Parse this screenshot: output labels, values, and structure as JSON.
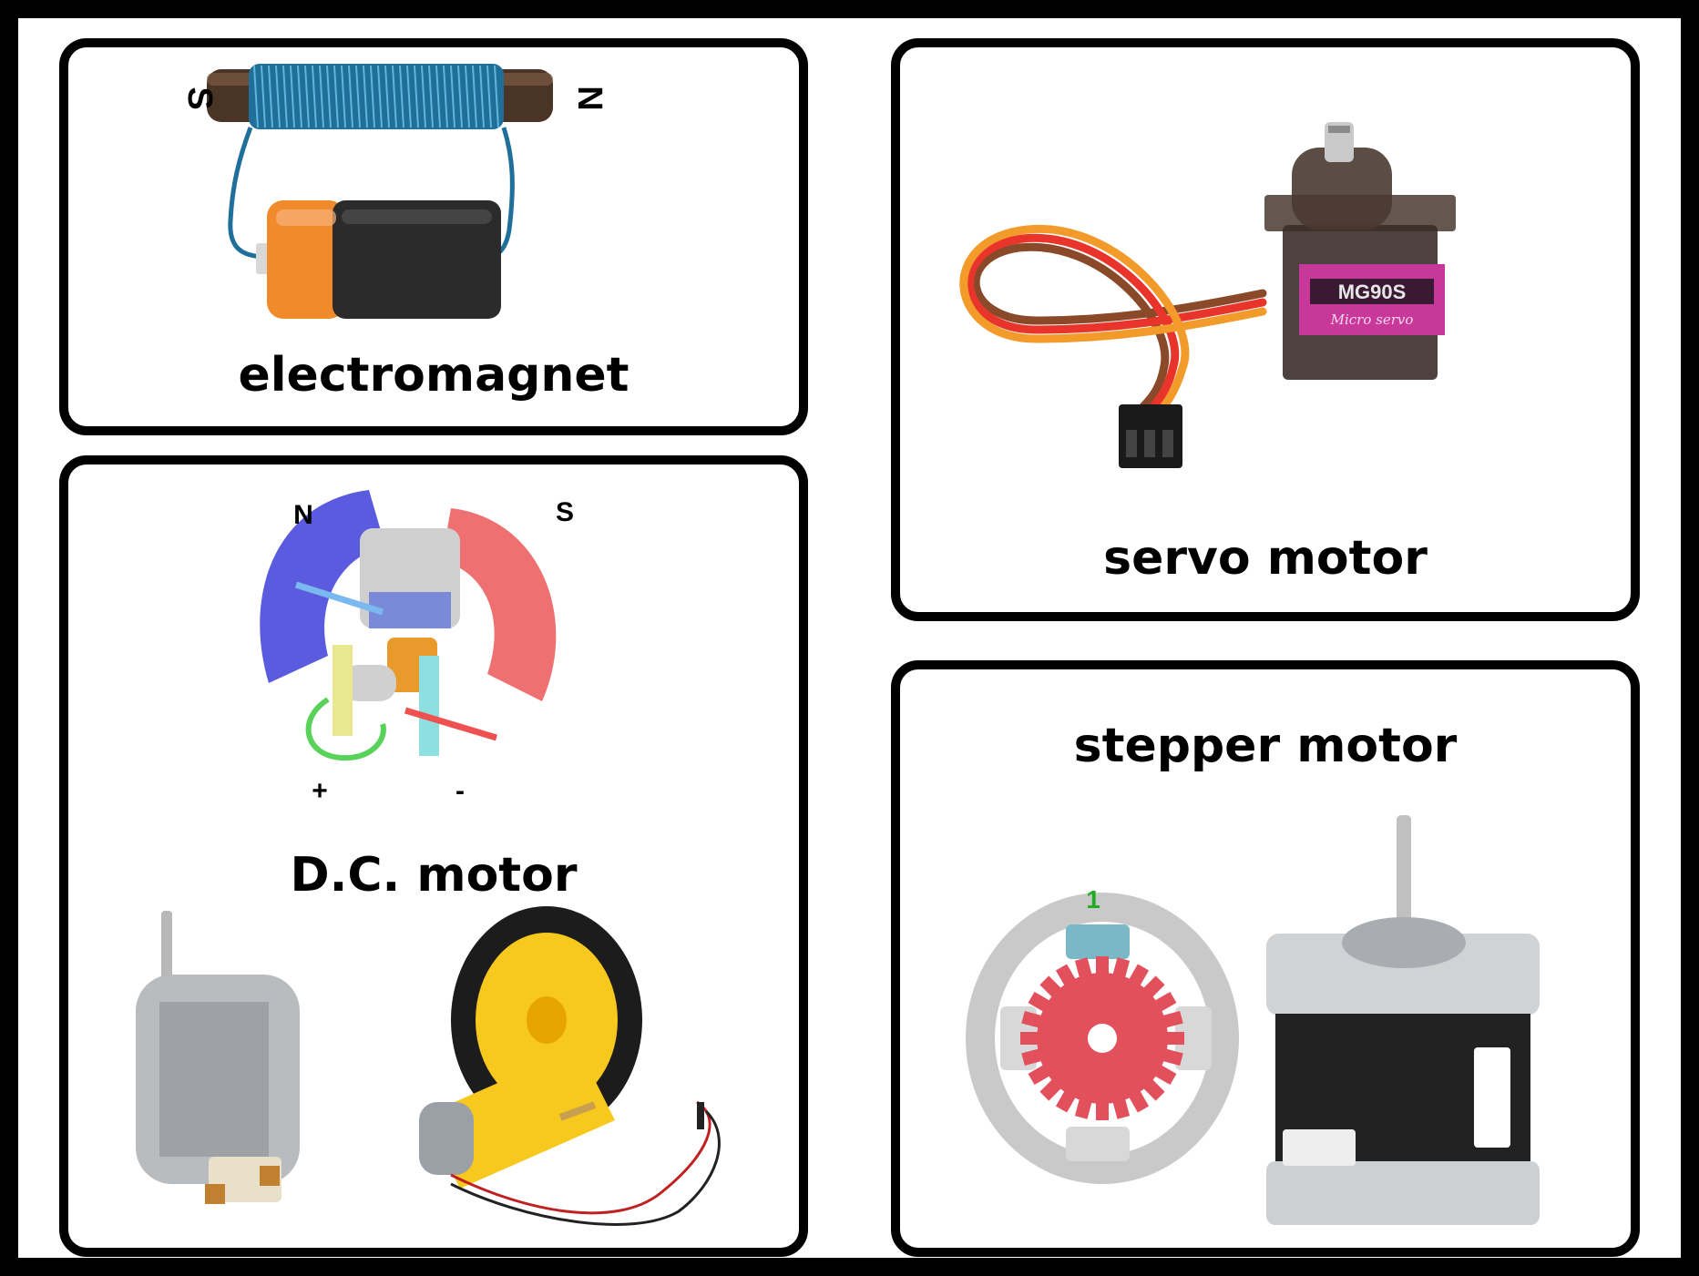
{
  "electromagnet": {
    "title": "electromagnet",
    "pole_left": "S",
    "pole_right": "N"
  },
  "servo": {
    "title": "servo motor",
    "model": "MG90S",
    "subtitle": "Micro servo"
  },
  "dc": {
    "title": "D.C. motor",
    "pole_north": "N",
    "pole_south": "S",
    "terminal_plus": "+",
    "terminal_minus": "-"
  },
  "stepper": {
    "title": "stepper motor",
    "coil_number": "1"
  },
  "colors": {
    "north_pole": "#5b5be0",
    "south_pole": "#ef7070",
    "battery_orange": "#f08a2a",
    "battery_black": "#2b2b2b",
    "coil_wire": "#1f6f9a",
    "servo_label": "#c8389a",
    "gearbox_yellow": "#f7c81e",
    "rotor_red": "#e2505c"
  }
}
